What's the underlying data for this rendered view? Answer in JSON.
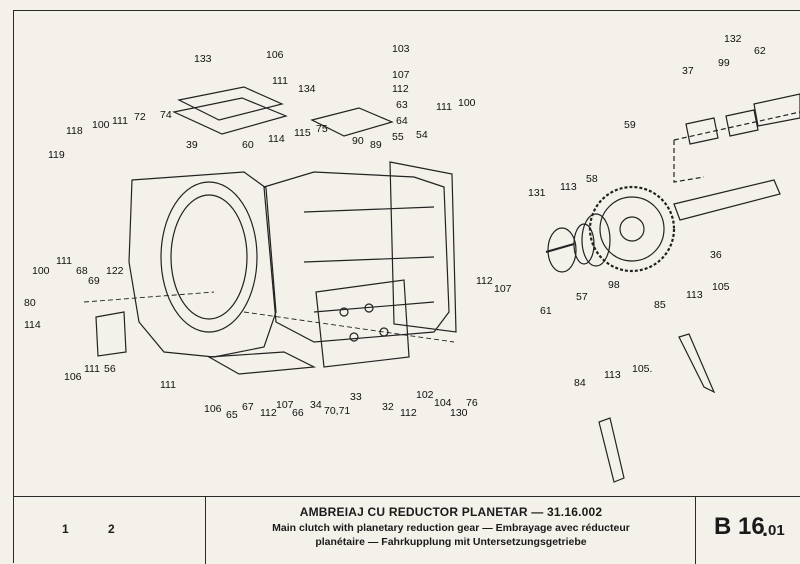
{
  "part_labels": [
    "133",
    "106",
    "111",
    "103",
    "107",
    "112",
    "134",
    "63",
    "64",
    "111",
    "100",
    "118",
    "100",
    "111",
    "72",
    "74",
    "119",
    "39",
    "60",
    "114",
    "115",
    "75",
    "90",
    "89",
    "55",
    "54",
    "59",
    "37",
    "99",
    "132",
    "62",
    "131",
    "113",
    "58",
    "36",
    "112",
    "107",
    "61",
    "57",
    "98",
    "85",
    "113",
    "105",
    "100",
    "111",
    "68",
    "69",
    "122",
    "80",
    "114",
    "106",
    "111",
    "56",
    "111",
    "106",
    "65",
    "67",
    "112",
    "107",
    "66",
    "34",
    "70,71",
    "33",
    "32",
    "112",
    "102",
    "104",
    "130",
    "76",
    "84",
    "113",
    "105."
  ],
  "footer": {
    "sig_1": "1",
    "sig_2": "2",
    "title_ro": "AMBREIAJ CU REDUCTOR PLANETAR — 31.16.002",
    "title_line2": "Main clutch with planetary  reduction gear — Embrayage  avec  réducteur",
    "title_line3": "planétaire — Fahrkupplung mit Untersetzungsgetriebe",
    "code_main": "B 16",
    "code_dot": ".",
    "code_sub": "01"
  }
}
